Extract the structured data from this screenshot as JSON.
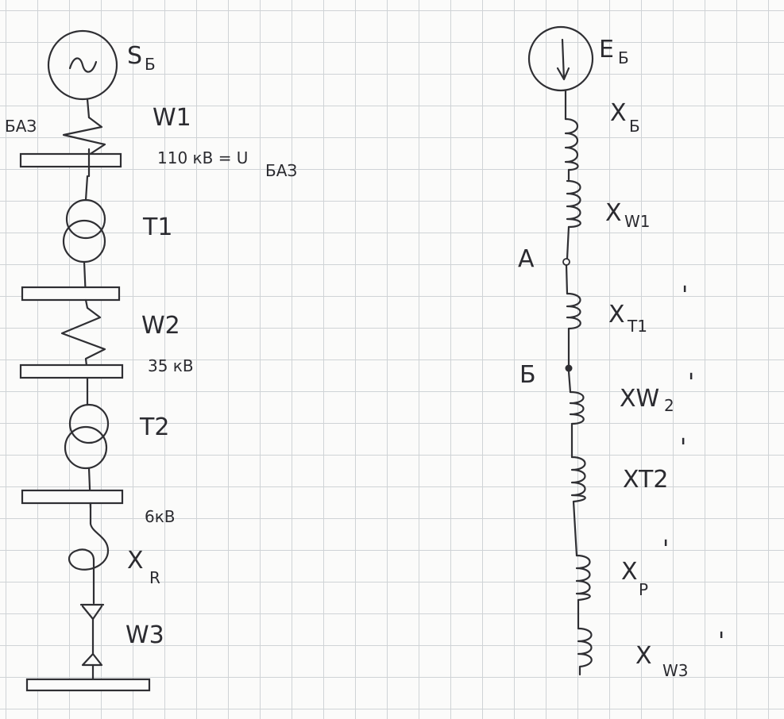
{
  "left_scheme": {
    "source_label": "S",
    "source_sub": "Б",
    "bus_ref_left": "БАЗ",
    "w1_label": "W1",
    "voltage_110": "110 кВ = U",
    "voltage_110_sub": "БАЗ",
    "t1_label": "T1",
    "w2_label": "W2",
    "voltage_35": "35 кВ",
    "t2_label": "T2",
    "voltage_6": "6кВ",
    "reactor_label": "X",
    "reactor_sub": "R",
    "w3_label": "W3"
  },
  "right_scheme": {
    "emf_label": "E",
    "emf_sub": "Б",
    "x_b_label": "X",
    "x_b_sub": "Б",
    "x_w1_label": "X",
    "x_w1_sub": "W1",
    "node_a": "A",
    "x_t1_label": "X",
    "x_t1_sub": "T1",
    "x_t1_prime": "'",
    "node_b": "Б",
    "x_w2_label": "XW",
    "x_w2_sub": "2",
    "x_w2_prime": "'",
    "x_t2_label": "XT2",
    "x_t2_prime": "'",
    "x_p_label": "X",
    "x_p_sub": "P",
    "x_p_prime": "'",
    "x_w3_label": "X",
    "x_w3_sub": "W3",
    "x_w3_prime": "'"
  },
  "ink_color": "#2f2f33",
  "grid_color": "#cfd3d6"
}
